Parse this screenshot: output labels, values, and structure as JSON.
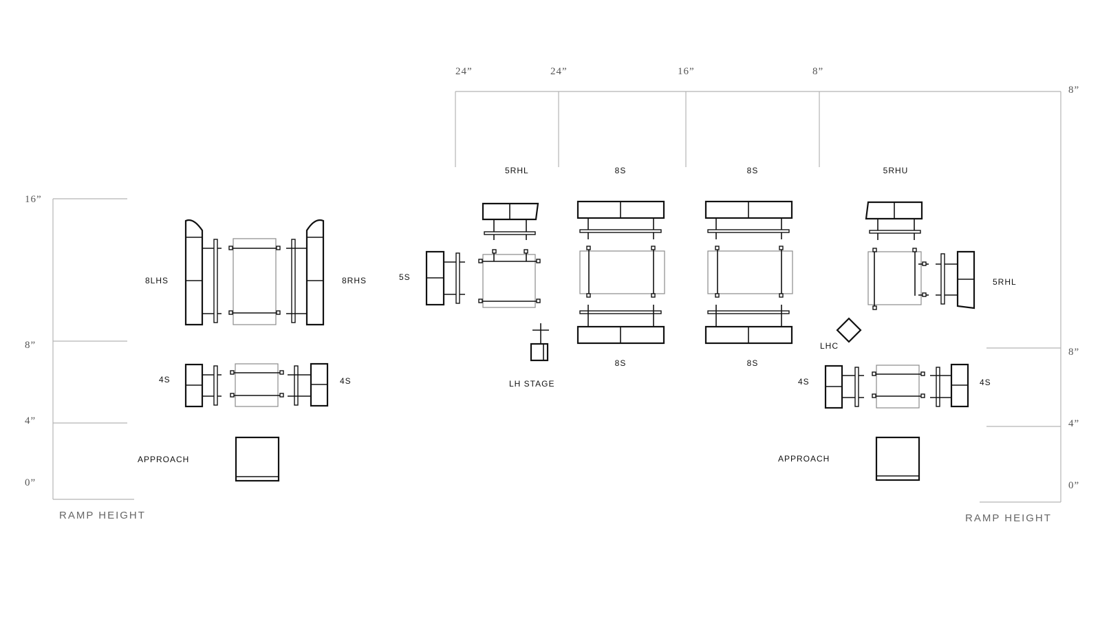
{
  "top_dimensions": [
    "24”",
    "24”",
    "16”",
    "8”",
    "8”"
  ],
  "left_scale": {
    "ticks": [
      "16”",
      "8”",
      "4”",
      "0”"
    ],
    "caption": "RAMP HEIGHT"
  },
  "right_scale": {
    "ticks": [
      "8”",
      "4”",
      "0”"
    ],
    "caption": "RAMP HEIGHT"
  },
  "labels": {
    "l_8lhs": "8LHS",
    "l_8rhs": "8RHS",
    "l_4s_left": "4S",
    "l_4s_right": "4S",
    "l_approach": "APPROACH",
    "c_5s": "5S",
    "c_5rhl": "5RHL",
    "c_8s_top_1": "8S",
    "c_8s_top_2": "8S",
    "c_8s_bot_1": "8S",
    "c_8s_bot_2": "8S",
    "c_lh_stage": "LH STAGE",
    "r_5rhu": "5RHU",
    "r_5rhl": "5RHL",
    "r_lhc": "LHC",
    "r_4s_left": "4S",
    "r_4s_right": "4S",
    "r_approach": "APPROACH"
  }
}
